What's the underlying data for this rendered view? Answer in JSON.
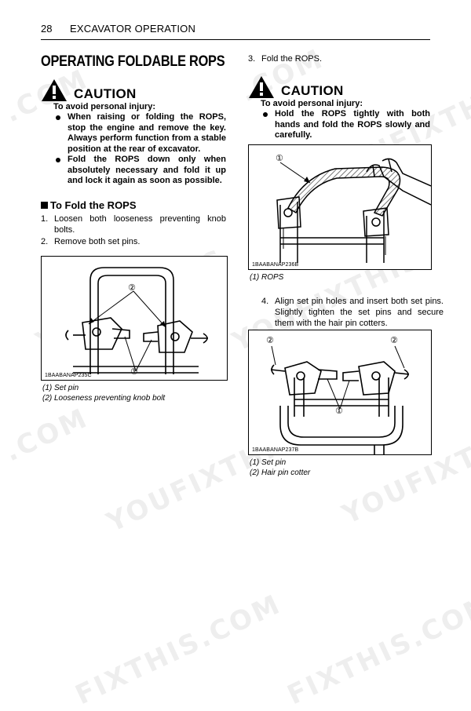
{
  "header": {
    "page_number": "28",
    "section": "EXCAVATOR OPERATION"
  },
  "left": {
    "title": "OPERATING FOLDABLE ROPS",
    "caution": {
      "word": "CAUTION",
      "intro": "To avoid personal injury:",
      "bullets": [
        "When raising or folding the ROPS, stop the engine and remove the key. Always perform function from a stable position at the rear of excavator.",
        "Fold the ROPS down only when absolutely necessary and fold it up and lock it again as soon as possible."
      ]
    },
    "subheading": "To Fold the ROPS",
    "steps": [
      {
        "num": "1.",
        "text": "Loosen both looseness preventing knob bolts."
      },
      {
        "num": "2.",
        "text": "Remove both set pins."
      }
    ],
    "figure": {
      "code": "1BAABANAP235C",
      "callouts": [
        "①",
        "②"
      ],
      "captions": [
        "(1) Set pin",
        "(2) Looseness preventing knob bolt"
      ]
    }
  },
  "right": {
    "step3": {
      "num": "3.",
      "text": "Fold the ROPS."
    },
    "caution": {
      "word": "CAUTION",
      "intro": "To avoid personal injury:",
      "bullets": [
        "Hold the ROPS tightly with both hands and fold the ROPS slowly and carefully."
      ]
    },
    "figure1": {
      "code": "1BAABANAP236B",
      "callouts": [
        "①"
      ],
      "captions": [
        "(1) ROPS"
      ]
    },
    "step4": {
      "num": "4.",
      "text": "Align set pin holes and insert both set pins. Slightly tighten the set pins and secure them with the hair pin cotters."
    },
    "figure2": {
      "code": "1BAABANAP237B",
      "callouts": [
        "①",
        "②"
      ],
      "captions": [
        "(1) Set pin",
        "(2) Hair pin cotter"
      ]
    }
  },
  "watermark": {
    "text1": "YOUFIXTHIS",
    "text2": ".COM",
    "text3": "FIXTHIS.COM"
  }
}
